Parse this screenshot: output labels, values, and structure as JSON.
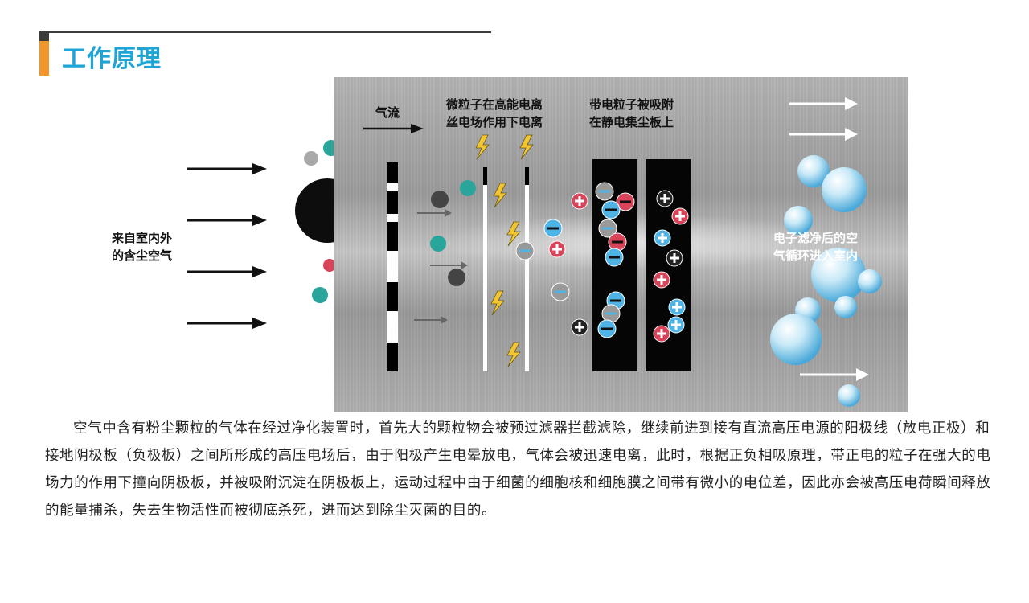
{
  "page": {
    "title": "工作原理"
  },
  "diagram": {
    "airflow_label": "气流",
    "inlet_label": "来自室内外\n的含尘空气",
    "ionization_label": "微粒子在高能电离\n丝电场作用下电离",
    "collection_label": "带电粒子被吸附\n在静电集尘板上",
    "outlet_label": "电子滤净后的空\n气循环进入室内",
    "colors": {
      "accent_orange": "#f0962b",
      "title_blue": "#1ea5d6",
      "teal_particle": "#2aa59b",
      "red_particle": "#d9445a",
      "blue_particle": "#4fb3e6",
      "bolt_yellow": "#f1c533"
    },
    "icons": [
      "lightning-bolt-icon",
      "plus-charge-icon",
      "minus-charge-icon",
      "arrow-icon",
      "bubble-icon"
    ]
  },
  "paragraph": "空气中含有粉尘颗粒的气体在经过净化装置时，首先大的颗粒物会被预过滤器拦截滤除，继续前进到接有直流高压电源的阳极线（放电正极）和接地阴极板（负极板）之间所形成的高压电场后，由于阳极产生电晕放电，气体会被迅速电离，此时，根据正负相吸原理，带正电的粒子在强大的电场力的作用下撞向阴极板，并被吸附沉淀在阴极板上，运动过程中由于细菌的细胞核和细胞膜之间带有微小的电位差，因此亦会被高压电荷瞬间释放的能量捕杀，失去生物活性而被彻底杀死，进而达到除尘灭菌的目的。"
}
